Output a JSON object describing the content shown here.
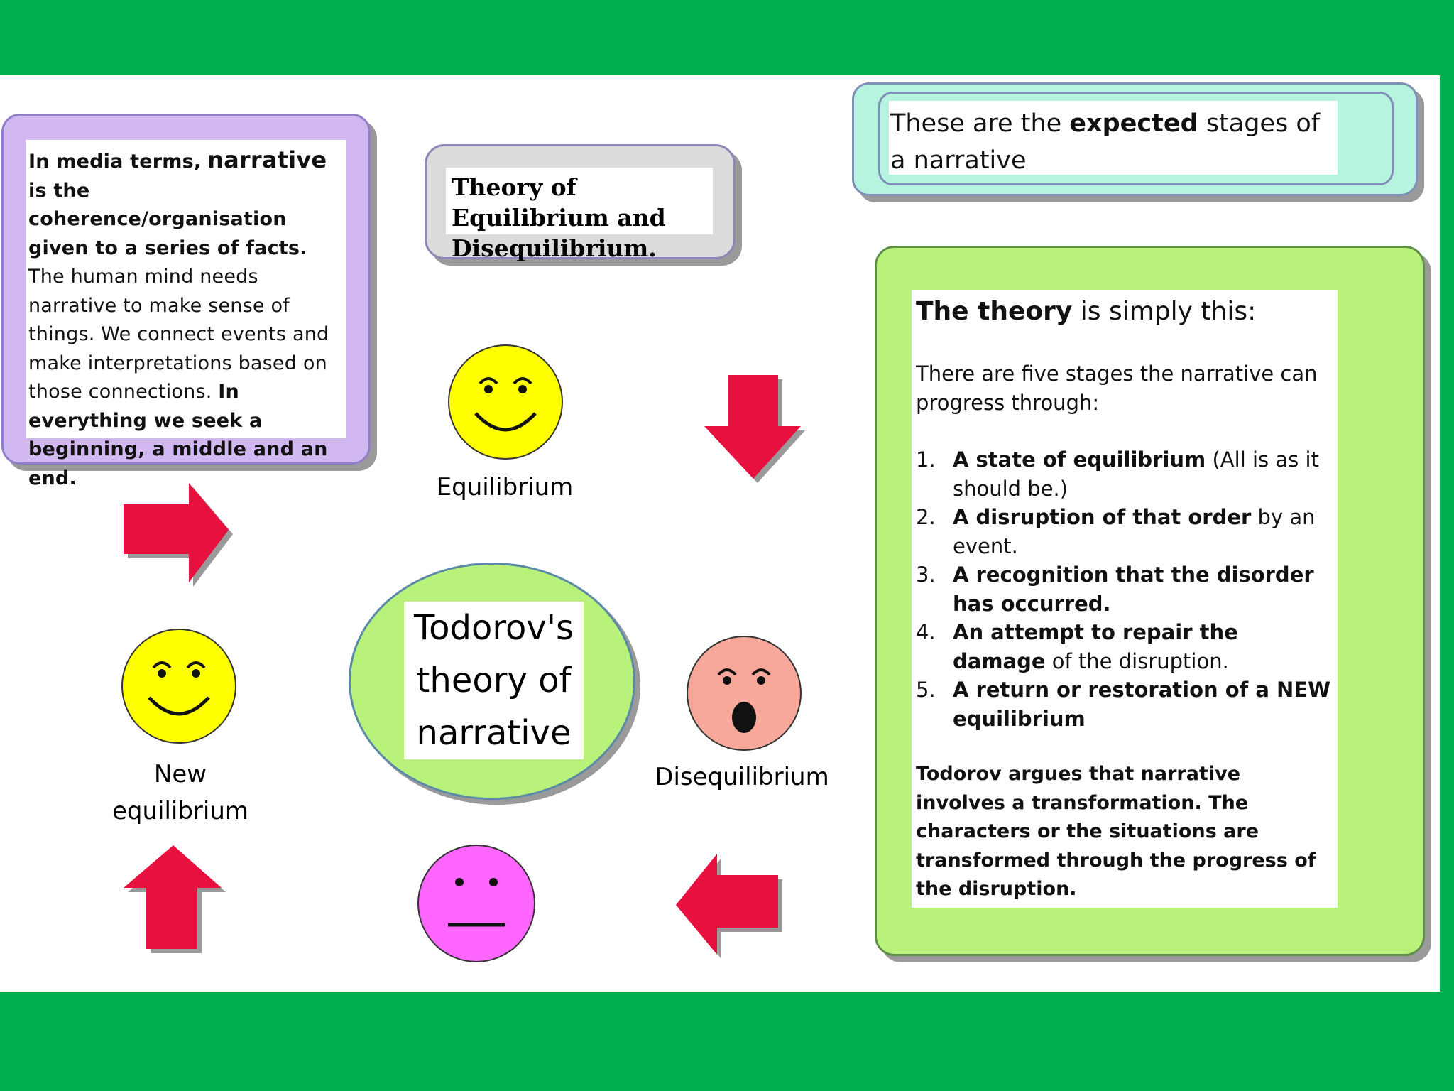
{
  "intro": {
    "p1": "In media terms,",
    "p2": "narrative",
    "p3": "is the coherence/organisation given to a series of facts.",
    "p4": "The human mind needs narrative to make sense of things. We connect events and make interpretations based on those connections.",
    "p5": "In everything we seek a beginning, a middle and an end."
  },
  "title": "Theory of Equilibrium and Disequilibrium.",
  "expected": {
    "pre": "These are the",
    "bold": "expected",
    "post": "stages of a narrative"
  },
  "theory": {
    "head_bold": "The theory",
    "head_rest": "is simply this:",
    "intro": "There are five stages the narrative can progress through:",
    "steps": [
      {
        "num": "1.",
        "bold": "A state of equilibrium",
        "rest": "(All is as it should be.)"
      },
      {
        "num": "2.",
        "bold": "A disruption of that order",
        "rest": "by an event."
      },
      {
        "num": "3.",
        "bold": "A recognition that the disorder has occurred.",
        "rest": ""
      },
      {
        "num": "4.",
        "bold": "An attempt to repair the damage",
        "rest": "of the disruption."
      },
      {
        "num": "5.",
        "bold": "A return or restoration of a NEW equilibrium",
        "rest": ""
      }
    ],
    "argue": "Todorov argues that narrative involves a transformation. The characters or the situations are transformed through the progress of the disruption."
  },
  "center": "Todorov's theory of narrative",
  "labels": {
    "equilibrium": "Equilibrium",
    "disequilibrium": "Disequilibrium",
    "new_equilibrium": "New equilibrium"
  },
  "colors": {
    "background": "#00b04f",
    "arrow": "#e8103f",
    "happy_face": "#ffff00",
    "shocked_face": "#f7a89a",
    "neutral_face": "#ff66ff"
  }
}
